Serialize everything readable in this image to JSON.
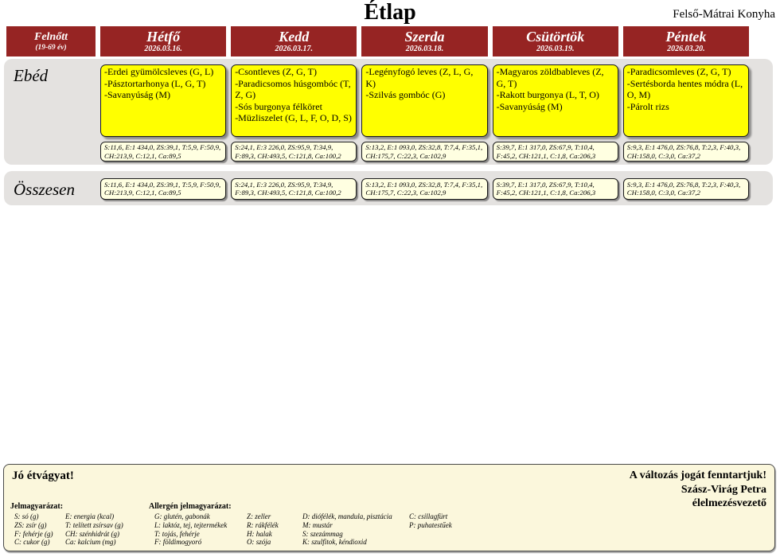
{
  "colors": {
    "header-red": "#962423",
    "menu-yellow": "#ffff00",
    "nutrition-cream": "#ffffe1",
    "band-gray": "#e4e2e0",
    "footer-cream": "#fbf7dc"
  },
  "header": {
    "title": "Étlap",
    "kitchen": "Felső-Mátrai Konyha",
    "group": {
      "name": "Felnőtt",
      "sub": "(19-69 év)"
    },
    "days": [
      {
        "name": "Hétfő",
        "date": "2026.03.16."
      },
      {
        "name": "Kedd",
        "date": "2026.03.17."
      },
      {
        "name": "Szerda",
        "date": "2026.03.18."
      },
      {
        "name": "Csütörtök",
        "date": "2026.03.19."
      },
      {
        "name": "Péntek",
        "date": "2026.03.20."
      }
    ]
  },
  "lunch": {
    "label": "Ebéd",
    "columns": [
      {
        "items": [
          "-Erdei gyümölcsleves (G, L)",
          "-Pásztortarhonya  (L, G, T)",
          "-Savanyúság (M)"
        ],
        "nutrition": "S:11,6, E:1 434,0, ZS:39,1, T:5,9, F:50,9, CH:213,9, C:12,1, Ca:89,5"
      },
      {
        "items": [
          "-Csontleves (Z, G, T)",
          "-Paradicsomos húsgombóc (T, Z, G)",
          "-Sós burgonya félköret",
          "-Müzliszelet  (G, L, F, O, D, S)"
        ],
        "nutrition": "S:24,1, E:3 226,0, ZS:95,9, T:34,9, F:89,3, CH:493,5, C:121,8, Ca:100,2"
      },
      {
        "items": [
          "-Legényfogó leves (Z, L, G, K)",
          "-Szilvás gombóc  (G)"
        ],
        "nutrition": "S:13,2, E:1 093,0, ZS:32,8, T:7,4, F:35,1, CH:175,7, C:22,3, Ca:102,9"
      },
      {
        "items": [
          "-Magyaros zöldbableves (Z, G, T)",
          "-Rakott burgonya  (L, T, O)",
          "-Savanyúság (M)"
        ],
        "nutrition": "S:39,7, E:1 317,0, ZS:67,9, T:10,4, F:45,2, CH:121,1, C:1,8, Ca:206,3"
      },
      {
        "items": [
          "-Paradicsomleves (Z, G, T)",
          "-Sertésborda hentes módra (L, O, M)",
          "-Párolt rizs"
        ],
        "nutrition": "S:9,3, E:1 476,0, ZS:76,8, T:2,3, F:40,3, CH:158,0, C:3,0, Ca:37,2"
      }
    ]
  },
  "total": {
    "label": "Összesen",
    "values": [
      "S:11,6, E:1 434,0, ZS:39,1, T:5,9, F:50,9, CH:213,9, C:12,1, Ca:89,5",
      "S:24,1, E:3 226,0, ZS:95,9, T:34,9, F:89,3, CH:493,5, C:121,8, Ca:100,2",
      "S:13,2, E:1 093,0, ZS:32,8, T:7,4, F:35,1, CH:175,7, C:22,3, Ca:102,9",
      "S:39,7, E:1 317,0, ZS:67,9, T:10,4, F:45,2, CH:121,1, C:1,8, Ca:206,3",
      "S:9,3, E:1 476,0, ZS:76,8, T:2,3, F:40,3, CH:158,0, C:3,0, Ca:37,2"
    ]
  },
  "footer": {
    "greeting": "Jó étvágyat!",
    "rights": "A változás jogát fenntartjuk!",
    "signature": "Szász-Virág Petra",
    "role": "élelmezésvezető",
    "legend_title": "Jelmagyarázat:",
    "allergen_title": "Allergén jelmagyarázat:",
    "legend_col1": [
      "S: só (g)",
      "ZS: zsír (g)",
      "F: fehérje (g)",
      "C: cukor (g)"
    ],
    "legend_col2": [
      "E: energia (kcal)",
      "T: telített zsírsav (g)",
      "CH: szénhidrát (g)",
      "Ca: kalcium (mg)"
    ],
    "allergen_col1": [
      "G: glutén, gabonák",
      "L: laktóz, tej, tejtermékek",
      "T: tojás, fehérje",
      "F: földimogyoró"
    ],
    "allergen_col2": [
      "Z: zeller",
      "R: rákfélék",
      "H: halak",
      "O: szója"
    ],
    "allergen_col3": [
      "D: diófélék, mandula, pisztácia",
      "M: mustár",
      "S: szezámmag",
      "K: szulfitok, kéndioxid"
    ],
    "allergen_col4": [
      "C: csillagfürt",
      "P: puhatestűek"
    ]
  }
}
